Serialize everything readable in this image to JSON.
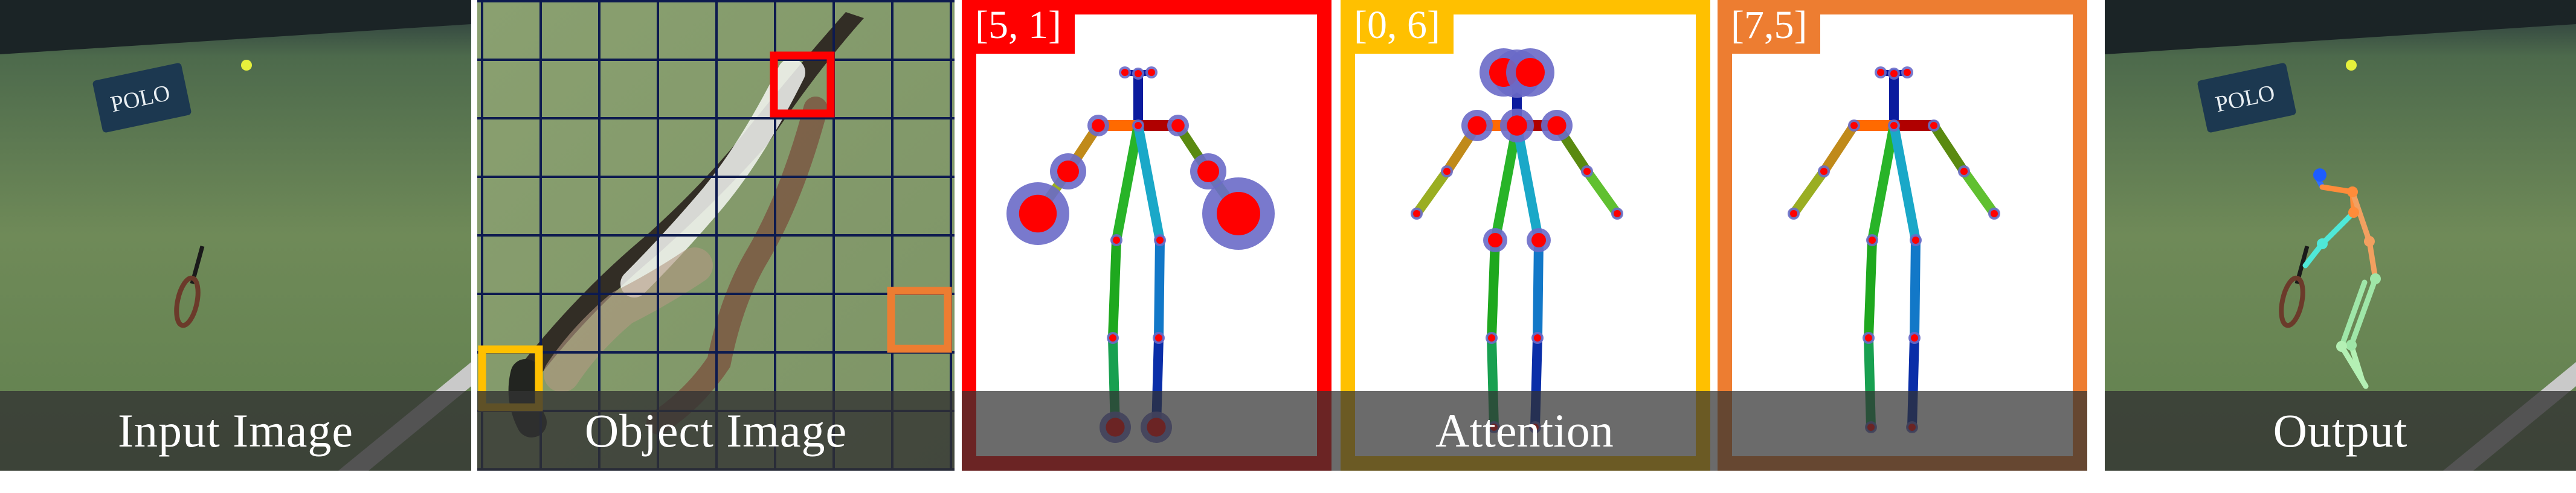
{
  "panels": {
    "input": {
      "caption": "Input Image",
      "sign_text": "POLO"
    },
    "object": {
      "caption": "Object Image"
    },
    "attention": {
      "caption": "Attention"
    },
    "output": {
      "caption": "Output",
      "sign_text": "POLO"
    }
  },
  "attention_maps": [
    {
      "label": "[5, 1]",
      "color": "#ff0000"
    },
    {
      "label": "[0, 6]",
      "color": "#ffc000"
    },
    {
      "label": "[7,5]",
      "color": "#ed7d31"
    }
  ],
  "colors": {
    "court_green": "#6f8a58",
    "court_dark": "#1e2a2c",
    "grid_line": "#0d1a4f",
    "heat": "#ff0000",
    "joint": "#6a6ac8"
  }
}
